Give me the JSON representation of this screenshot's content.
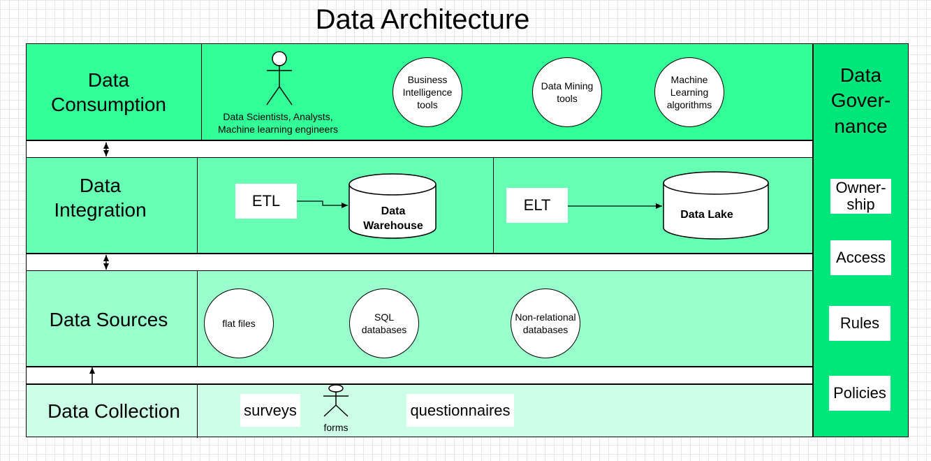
{
  "title": "Data Architecture",
  "consumption": {
    "label_line1": "Data",
    "label_line2": "Consumption",
    "actor_label_line1": "Data Scientists, Analysts,",
    "actor_label_line2": "Machine learning engineers",
    "tools": [
      {
        "line1": "Business",
        "line2": "Intelligence",
        "line3": "tools"
      },
      {
        "line1": "Data Mining",
        "line2": "tools"
      },
      {
        "line1": "Machine",
        "line2": "Learning",
        "line3": "algorithms"
      }
    ]
  },
  "integration": {
    "label_line1": "Data",
    "label_line2": "Integration",
    "etl": "ETL",
    "warehouse_line1": "Data",
    "warehouse_line2": "Warehouse",
    "elt": "ELT",
    "lake": "Data Lake"
  },
  "sources": {
    "label": "Data Sources",
    "items": [
      {
        "line1": "flat files"
      },
      {
        "line1": "SQL",
        "line2": "databases"
      },
      {
        "line1": "Non-relational",
        "line2": "databases"
      }
    ]
  },
  "collection": {
    "label": "Data Collection",
    "surveys": "surveys",
    "forms": "forms",
    "questionnaires": "questionnaires"
  },
  "governance": {
    "label_line1": "Data",
    "label_line2": "Gover-",
    "label_line3": "nance",
    "ownership_line1": "Owner-",
    "ownership_line2": "ship",
    "access": "Access",
    "rules": "Rules",
    "policies": "Policies"
  },
  "colors": {
    "consumption": "#33ff99",
    "integration": "#66ffb3",
    "sources": "#99ffcc",
    "collection": "#ccffe6",
    "governance": "#00e67a"
  }
}
